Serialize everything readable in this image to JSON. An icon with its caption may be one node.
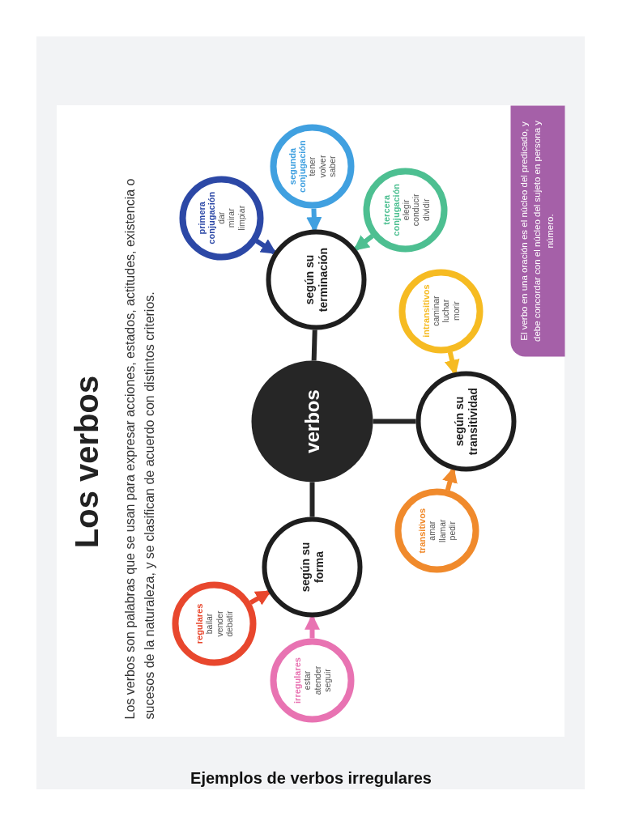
{
  "diagram": {
    "title": "Los verbos",
    "caption": "Ejemplos de verbos irregulares",
    "nodes": [
      {
        "text": [
          "verbos"
        ]
      },
      {
        "text": [
          "según su forma"
        ]
      },
      {
        "text": [
          "regulares",
          "bailar",
          "vender",
          "debatir"
        ]
      },
      {
        "text": [
          "irregulares",
          "estar",
          "atender",
          "seguir"
        ]
      },
      {
        "text": [
          "según su terminación"
        ]
      },
      {
        "text": [
          "primera conjugación",
          "dar",
          "mirar",
          "limpiar"
        ]
      },
      {
        "text": [
          "segunda conjugación",
          "tener",
          "volver",
          "saber"
        ]
      },
      {
        "text": [
          "tercera conjugación",
          "elegir",
          "conducir",
          "dividir"
        ]
      },
      {
        "text": [
          "según su transitividad"
        ]
      },
      {
        "text": [
          "transitivos",
          "amar",
          "llamar",
          "pedir"
        ]
      },
      {
        "text": [
          "intransitivos",
          "caminar",
          "luchar",
          "morir"
        ]
      }
    ],
    "edges": [
      {
        "from": 0,
        "to": 1,
        "arrow": "none"
      },
      {
        "from": 0,
        "to": 4,
        "arrow": "none"
      },
      {
        "from": 0,
        "to": 8,
        "arrow": "none"
      },
      {
        "from": 2,
        "to": 1,
        "arrow": "to",
        "color": "#e8472d"
      },
      {
        "from": 3,
        "to": 1,
        "arrow": "to",
        "color": "#e873b2"
      },
      {
        "from": 5,
        "to": 4,
        "arrow": "to",
        "color": "#2c48a6"
      },
      {
        "from": 6,
        "to": 4,
        "arrow": "to",
        "color": "#40a0e0"
      },
      {
        "from": 7,
        "to": 4,
        "arrow": "to",
        "color": "#4dbf91"
      },
      {
        "from": 9,
        "to": 8,
        "arrow": "to",
        "color": "#f08a2c"
      },
      {
        "from": 10,
        "to": 8,
        "arrow": "to",
        "color": "#f6bb22"
      }
    ],
    "labels": [
      "Los verbos son palabras que se usan para expresar acciones, estados, actitudes, existencia o sucesos de la naturaleza, y se clasifican de acuerdo con distintos criterios.",
      "El verbo en una oración es el núcleo del predicado, y debe concordar con el núcleo del sujeto en persona y número."
    ]
  }
}
